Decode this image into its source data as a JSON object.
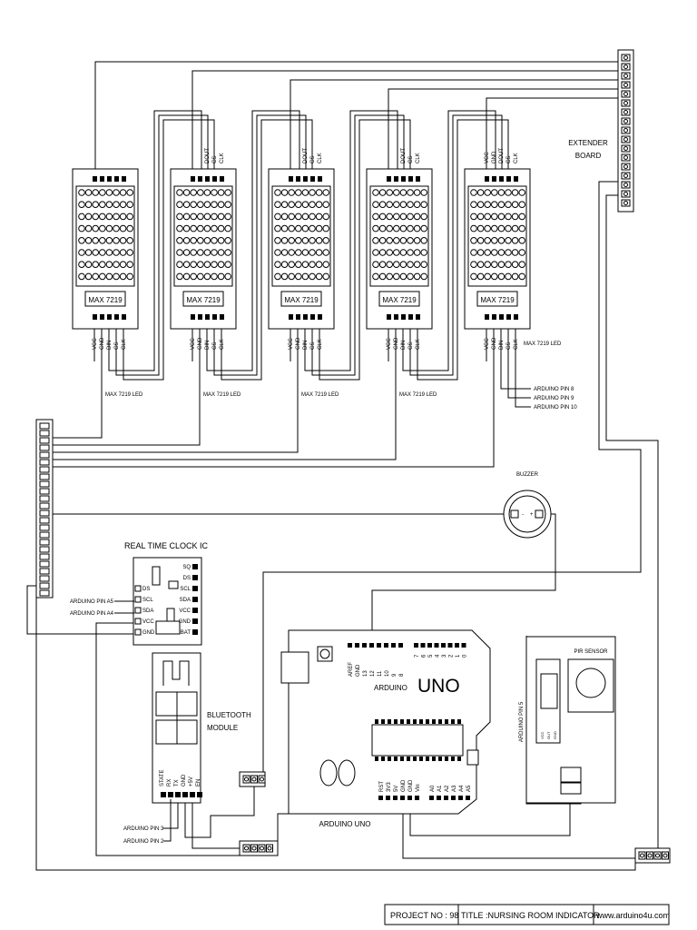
{
  "matrix": {
    "chip": "MAX 7219",
    "caption": "MAX 7219 LED",
    "top_pins": [
      "DOUT",
      "CS",
      "CLK"
    ],
    "top_pins_last": [
      "VCC",
      "GND",
      "DOUT",
      "CS",
      "CLK"
    ],
    "bottom_pins": [
      "VCC",
      "GND",
      "DIN",
      "CS",
      "CLK"
    ]
  },
  "arduino_control_pins": [
    "ARDUINO PIN 8",
    "ARDUINO PIN 9",
    "ARDUINO PIN 10"
  ],
  "extender": {
    "label_line1": "EXTENDER",
    "label_line2": "BOARD"
  },
  "buzzer": {
    "label": "BUZZER",
    "minus": "-",
    "plus": "+"
  },
  "rtc": {
    "title": "REAL TIME CLOCK IC",
    "left_pins": [
      "DS",
      "SCL",
      "SDA",
      "VCC",
      "GND"
    ],
    "right_pins": [
      "SQ",
      "DS",
      "SCL",
      "SDA",
      "VCC",
      "GND",
      "BAT"
    ],
    "arduino_a5": "ARDUINO PIN A5",
    "arduino_a4": "ARDUINO PIN A4"
  },
  "bluetooth": {
    "label_line1": "BLUETOOTH",
    "label_line2": "MODULE",
    "pins": [
      "STATE",
      "RX",
      "TX",
      "GND",
      "+5V",
      "EN"
    ],
    "arduino_pin3": "ARDUINO PIN 3",
    "arduino_pin2": "ARDUINO PIN 2"
  },
  "arduino": {
    "label": "ARDUINO",
    "model": "UNO",
    "caption": "ARDUINO UNO",
    "header_top_left": [
      "AREF",
      "GND",
      "13",
      "12",
      "11",
      "10",
      "9",
      "8"
    ],
    "header_top_right": [
      "7",
      "6",
      "5",
      "4",
      "3",
      "2",
      "1",
      "0"
    ],
    "header_bottom_left": [
      "RST",
      "3V3",
      "5V",
      "GND",
      "GND",
      "Vin"
    ],
    "header_bottom_right": [
      "A0",
      "A1",
      "A2",
      "A3",
      "A4",
      "A5"
    ]
  },
  "pir": {
    "title": "PIR SENSOR",
    "arduino_pin": "ARDUINO PIN 5",
    "pins": [
      "VCC",
      "OUT",
      "GND"
    ]
  },
  "footer": {
    "project": "PROJECT NO : 98",
    "title": "TITLE :NURSING ROOM INDICATOR",
    "website": "www.arduino4u.com"
  }
}
